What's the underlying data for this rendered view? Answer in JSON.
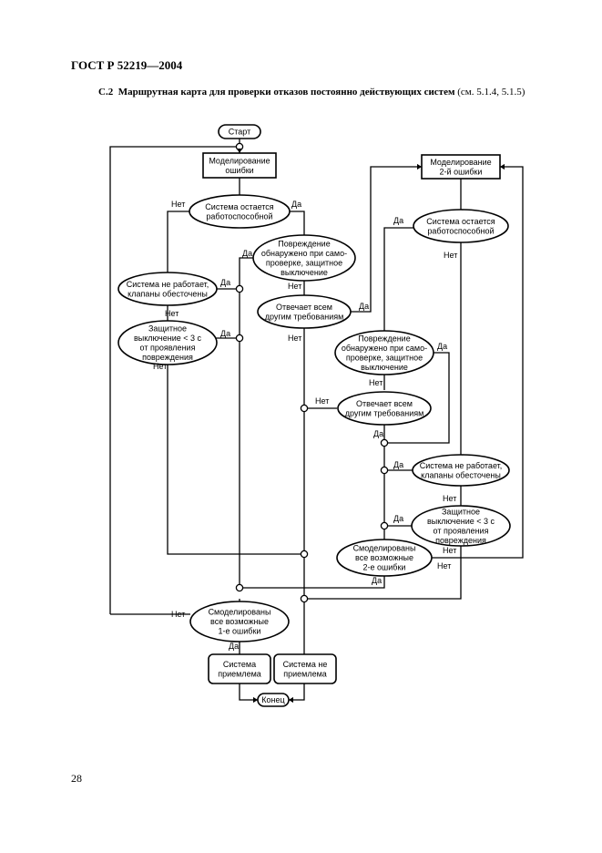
{
  "header": {
    "standard": "ГОСТ Р 52219—2004"
  },
  "caption": {
    "number": "С.2",
    "title": "Маршрутная карта для проверки отказов постоянно действующих систем",
    "reference": "(см. 5.1.4, 5.1.5)"
  },
  "flowchart": {
    "start": "Старт",
    "end": "Конец",
    "model1": [
      "Моделирование",
      "ошибки"
    ],
    "model2": [
      "Моделирование",
      "2-й ошибки"
    ],
    "ok1": [
      "Система остается",
      "работоспособной"
    ],
    "ok2": [
      "Система остается",
      "работоспособной"
    ],
    "det1": [
      "Повреждение",
      "обнаружено при само-",
      "проверке, защитное",
      "выключение"
    ],
    "det2": [
      "Повреждение",
      "обнаружено при само-",
      "проверке, защитное",
      "выключение"
    ],
    "req1": [
      "Отвечает всем",
      "другим требованиям"
    ],
    "req2": [
      "Отвечает всем",
      "другим требованиям"
    ],
    "fail1": [
      "Система не работает,",
      "клапаны обесточены"
    ],
    "fail2": [
      "Система не работает,",
      "клапаны обесточены"
    ],
    "prot1": [
      "Защитное",
      "выключение < 3 с",
      "от проявления",
      "повреждения"
    ],
    "prot2": [
      "Защитное",
      "выключение < 3 с",
      "от проявления",
      "повреждения"
    ],
    "all2": [
      "Смоделированы",
      "все возможные",
      "2-е ошибки"
    ],
    "all1": [
      "Смоделированы",
      "все возможные",
      "1-е ошибки"
    ],
    "accept": [
      "Система",
      "приемлема"
    ],
    "reject": [
      "Система не",
      "приемлема"
    ],
    "yes": "Да",
    "no": "Нет"
  },
  "page_number": "28"
}
